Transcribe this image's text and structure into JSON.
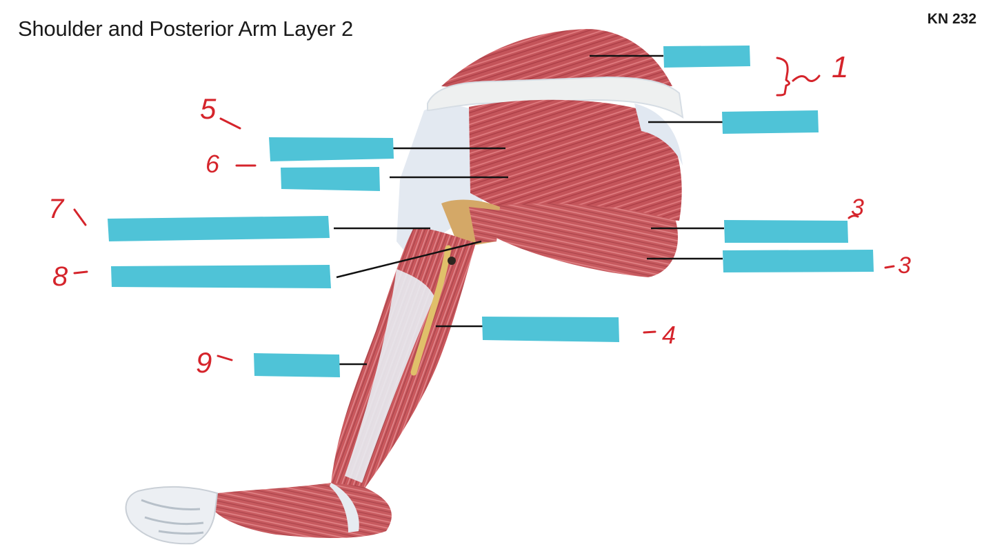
{
  "header": {
    "title": "Shoulder and Posterior Arm Layer 2",
    "course": "KN 232"
  },
  "colors": {
    "label_mask": "#4fc3d7",
    "muscle": "#c8565a",
    "tendon": "#e6ecf2",
    "handwriting": "#d5242b"
  },
  "annotations": [
    "1",
    "3",
    "3",
    "4",
    "5",
    "6",
    "7",
    "8",
    "9"
  ]
}
